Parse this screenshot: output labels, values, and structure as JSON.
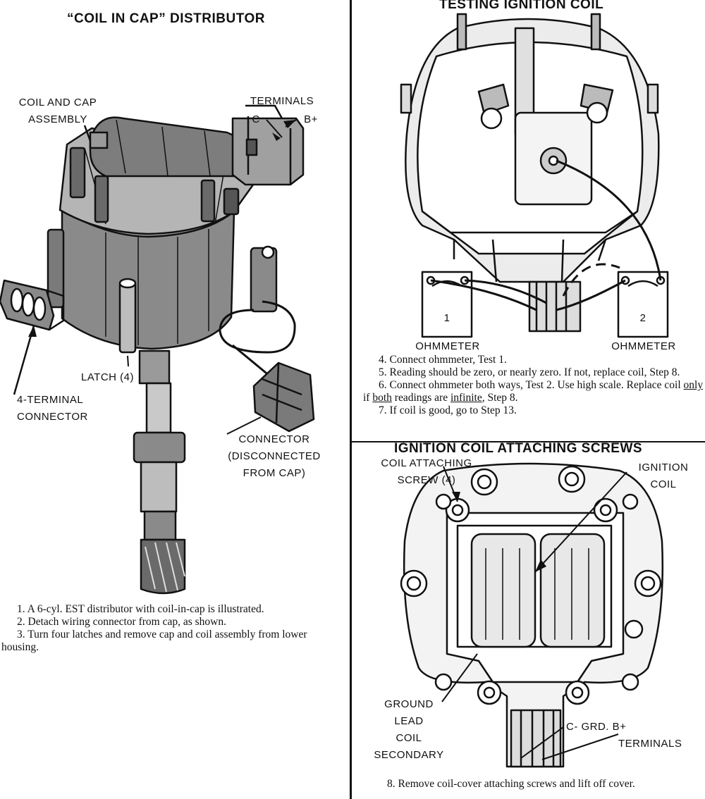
{
  "left": {
    "title": "“COIL IN CAP” DISTRIBUTOR",
    "labels": {
      "coil_cap_1": "COIL AND CAP",
      "coil_cap_2": "ASSEMBLY",
      "terminals": "TERMINALS",
      "term_c": "C",
      "term_b": "B+",
      "latch": "LATCH (4)",
      "four_term_1": "4-TERMINAL",
      "four_term_2": "CONNECTOR",
      "connector_1": "CONNECTOR",
      "connector_2": "(DISCONNECTED",
      "connector_3": "FROM CAP)"
    },
    "steps": [
      "1. A 6-cyl. EST distributor with coil-in-cap is illustrated.",
      "2. Detach wiring connector from cap, as shown.",
      "3. Turn four latches and remove cap and coil assembly from lower housing."
    ]
  },
  "top_right": {
    "title": "TESTING IGNITION COIL",
    "meter1_number": "1",
    "meter2_number": "2",
    "ohm1": "OHMMETER",
    "ohm2": "OHMMETER",
    "step4": "4. Connect ohmmeter, Test 1.",
    "step5": "5. Reading should be zero, or nearly zero. If not, replace coil, Step 8.",
    "step6_a": "6. Connect ohmmeter both ways, Test 2. Use high scale. Replace coil ",
    "step6_only": "only",
    "step6_b": " if ",
    "step6_both": "both",
    "step6_c": " readings are ",
    "step6_inf": "infinite",
    "step6_d": ", Step 8.",
    "step7": "7. If coil is good, go to Step 13."
  },
  "bottom_right": {
    "title": "IGNITION COIL ATTACHING SCREWS",
    "labels": {
      "coil_attach_1": "COIL ATTACHING",
      "coil_attach_2": "SCREW (4)",
      "ign_1": "IGNITION",
      "ign_2": "COIL",
      "ground": "GROUND",
      "lead": "LEAD",
      "coil": "COIL",
      "secondary": "SECONDARY",
      "cgrd": "C- GRD. B+",
      "terminals": "TERMINALS"
    },
    "step8": "8. Remove coil-cover attaching screws and lift off cover."
  }
}
